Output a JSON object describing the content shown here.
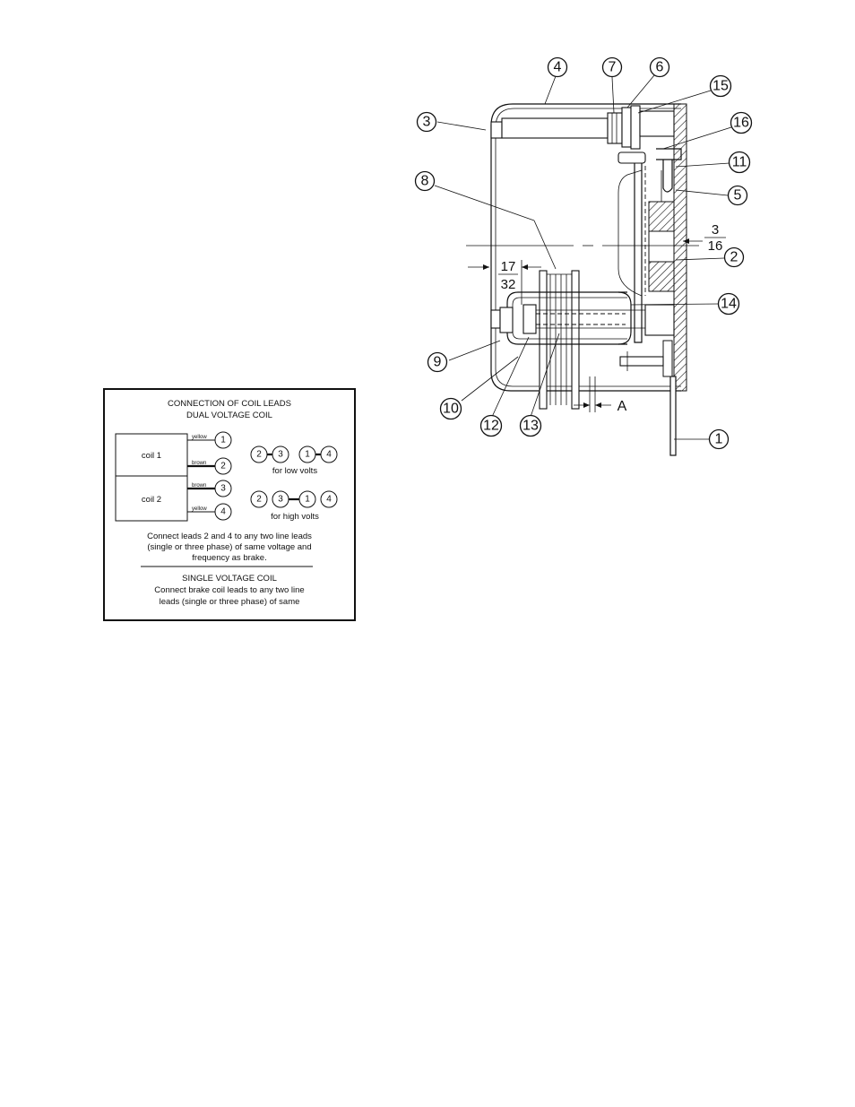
{
  "diagram": {
    "callouts": [
      "4",
      "7",
      "6",
      "15",
      "3",
      "16",
      "11",
      "8",
      "5",
      "2",
      "14",
      "9",
      "10",
      "12",
      "13",
      "1"
    ],
    "dimensions": {
      "left_num": "17",
      "left_den": "32",
      "right_num": "3",
      "right_den": "16",
      "gap": "A"
    }
  },
  "coil_box": {
    "title_line1": "CONNECTION OF COIL LEADS",
    "title_line2": "DUAL VOLTAGE COIL",
    "coil1": "coil 1",
    "coil2": "coil 2",
    "wire_colors": [
      "yellow",
      "brown",
      "brown",
      "yellow"
    ],
    "terminals": [
      "1",
      "2",
      "3",
      "4"
    ],
    "low_volts_seq": [
      "2",
      "3",
      "1",
      "4"
    ],
    "low_volts_label": "for low volts",
    "high_volts_seq": [
      "2",
      "3",
      "1",
      "4"
    ],
    "high_volts_label": "for high volts",
    "connect_text": [
      "Connect leads 2 and 4 to any two line leads",
      "(single or three phase) of same voltage and",
      "frequency as brake."
    ],
    "single_title": "SINGLE VOLTAGE COIL",
    "single_text": [
      "Connect brake coil leads to any two line",
      "leads (single or three phase) of same"
    ]
  }
}
